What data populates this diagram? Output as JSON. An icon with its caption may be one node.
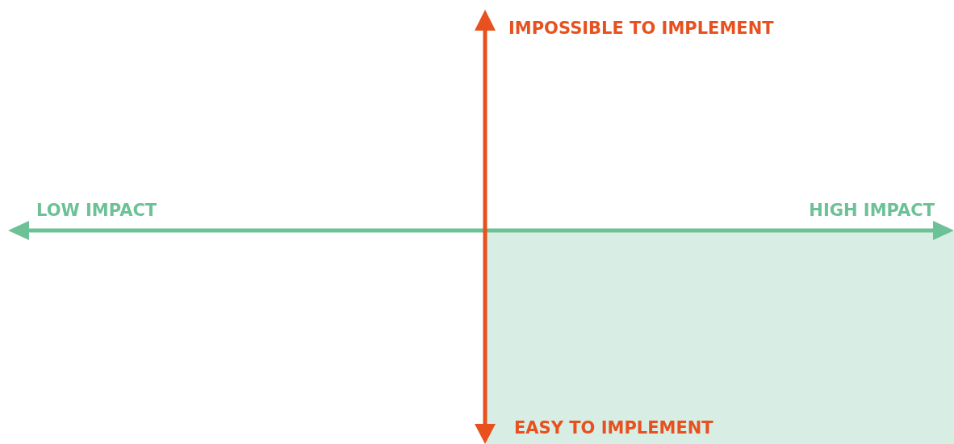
{
  "diagram": {
    "labels": [
      "IMPOSSIBLE TO IMPLEMENT",
      "LOW IMPACT",
      "HIGH IMPACT",
      "EASY TO IMPLEMENT"
    ]
  }
}
